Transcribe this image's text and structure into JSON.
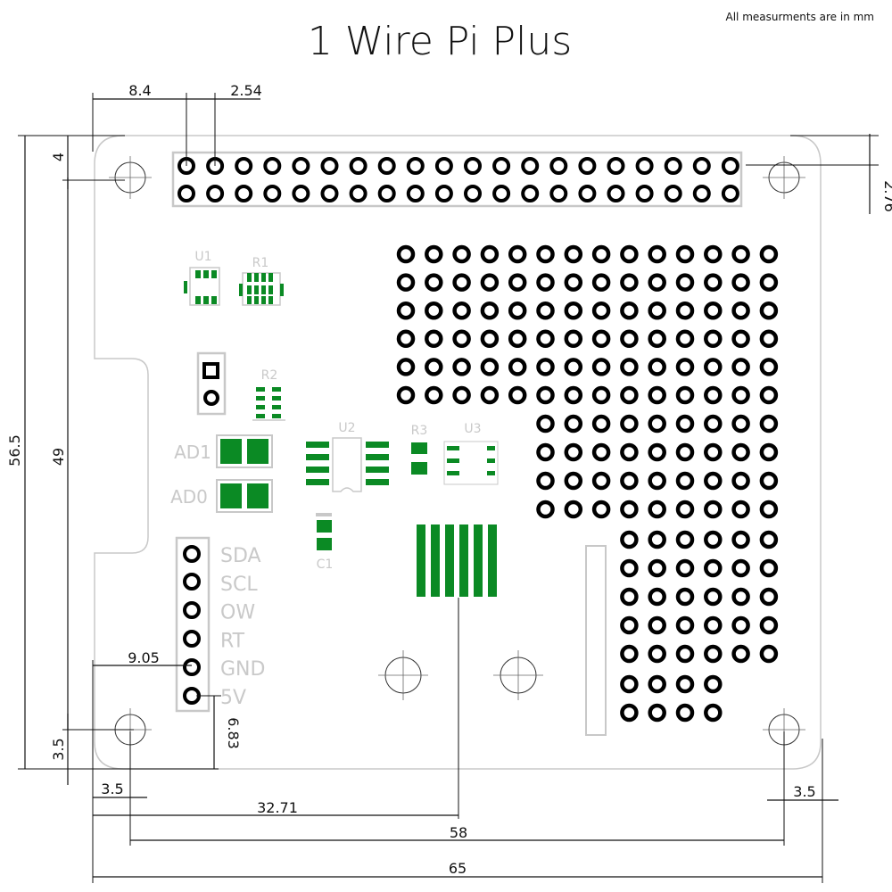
{
  "title": "1 Wire Pi Plus",
  "note": "All measurments are in mm",
  "dimensions": {
    "d_8_4": "8.4",
    "d_2_54": "2.54",
    "d_4": "4",
    "d_2_76": "2.76",
    "d_56_5": "56.5",
    "d_49": "49",
    "d_9_05": "9.05",
    "d_6_83": "6.83",
    "d_3_5_left_v": "3.5",
    "d_3_5_bottom_left": "3.5",
    "d_32_71": "32.71",
    "d_58": "58",
    "d_3_5_bottom_right": "3.5",
    "d_65": "65"
  },
  "silkscreen": {
    "u1": "U1",
    "r1": "R1",
    "r2": "R2",
    "u2": "U2",
    "r3": "R3",
    "u3": "U3",
    "c1": "C1",
    "ad1": "AD1",
    "ad0": "AD0",
    "pins": [
      "SDA",
      "SCL",
      "OW",
      "RT",
      "GND",
      "5V"
    ]
  },
  "colors": {
    "copper": "#0b8a24",
    "silkscreen": "#c9c9c9",
    "board_outline": "#c8c8c8"
  }
}
